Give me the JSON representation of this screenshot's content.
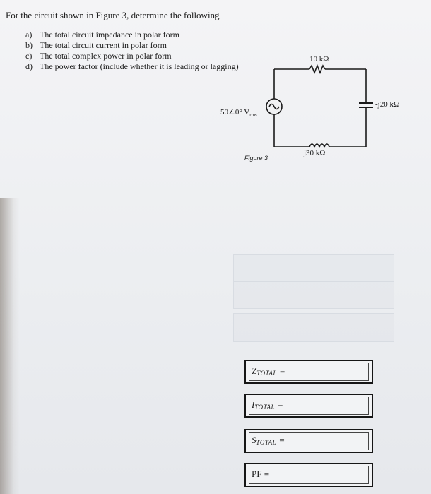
{
  "heading": "For the circuit shown in Figure 3, determine the following",
  "questions": [
    {
      "marker": "a)",
      "text": "The total circuit impedance in polar form"
    },
    {
      "marker": "b)",
      "text": "The total circuit current in polar form"
    },
    {
      "marker": "c)",
      "text": "The total complex power in polar form"
    },
    {
      "marker": "d)",
      "text": "The power factor (include whether it is leading or lagging)"
    }
  ],
  "circuit": {
    "source_value": "50∠0° V",
    "source_unit_sub": "rms",
    "resistor_label": "10 kΩ",
    "inductor_label": "j30 kΩ",
    "capacitor_label": "-j20 kΩ",
    "figure_caption": "Figure 3"
  },
  "answers": [
    {
      "symbol": "Z",
      "sub": "TOTAL",
      "eq": " ="
    },
    {
      "symbol": "I",
      "sub": "TOTAL",
      "eq": " ="
    },
    {
      "symbol": "S",
      "sub": "TOTAL",
      "eq": " ="
    },
    {
      "symbol": "PF",
      "sub": "",
      "eq": " ="
    }
  ]
}
